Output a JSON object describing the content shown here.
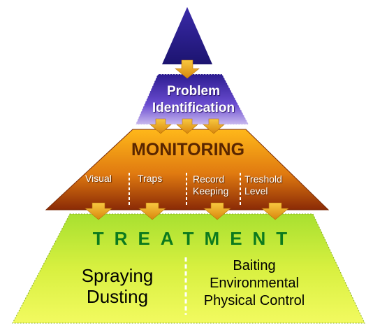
{
  "pyramid": {
    "top": {
      "label": ""
    },
    "problem": {
      "line1": "Problem",
      "line2": "Identification"
    },
    "monitoring": {
      "title": "MONITORING",
      "items": [
        "Visual",
        "Traps",
        "Record\nKeeping",
        "Treshold\nLevel"
      ]
    },
    "treatment": {
      "title": "TREATMENT",
      "left": "Spraying\nDusting",
      "right": "Baiting\nEnvironmental\nPhysical Control"
    }
  },
  "colors": {
    "top_tier": "#2a1f8c",
    "problem_tier": "#5a3cc0",
    "monitoring_tier": "#e89a0c",
    "treatment_tier": "#c8e62a",
    "arrow": "#e8a418",
    "treatment_title": "#0c7a1e"
  }
}
